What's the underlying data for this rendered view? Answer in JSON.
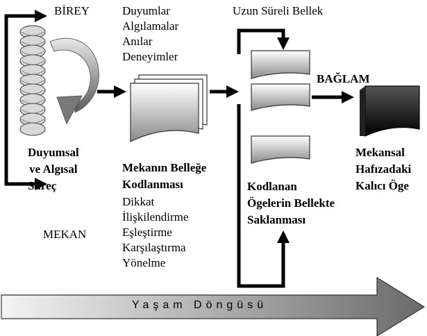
{
  "individual_label": "BİREY",
  "space_label": "MEKAN",
  "perception_items": [
    "Duyumlar",
    "Algılamalar",
    "Anılar",
    "Deneyimler"
  ],
  "long_term_memory_label": "Uzun Süreli Bellek",
  "context_label": "BAĞLAM",
  "sensory_process": [
    "Duyumsal",
    "ve Algısal",
    "Süreç"
  ],
  "encoding_title": [
    "Mekanın Belleğe",
    "Kodlanması"
  ],
  "encoding_steps": [
    "Dikkat",
    "İlişkilendirme",
    "Eşleştirme",
    "Karşılaştırma",
    "Yönelme"
  ],
  "storage_title": [
    "Kodlanan",
    "Ögelerin Bellekte",
    "Saklanması"
  ],
  "permanent_item": [
    "Mekansal",
    "Hafızadaki",
    "Kalıcı Öge"
  ],
  "life_cycle_label": "Yaşam Döngüsü",
  "colors": {
    "line": "#000000",
    "doc_light": "#ffffff",
    "doc_grey": "#9a9a9a",
    "doc_dark": "#1a1a1a",
    "spiral_fill": "#d8d8d8",
    "swirl_dark": "#6e6e6e"
  }
}
